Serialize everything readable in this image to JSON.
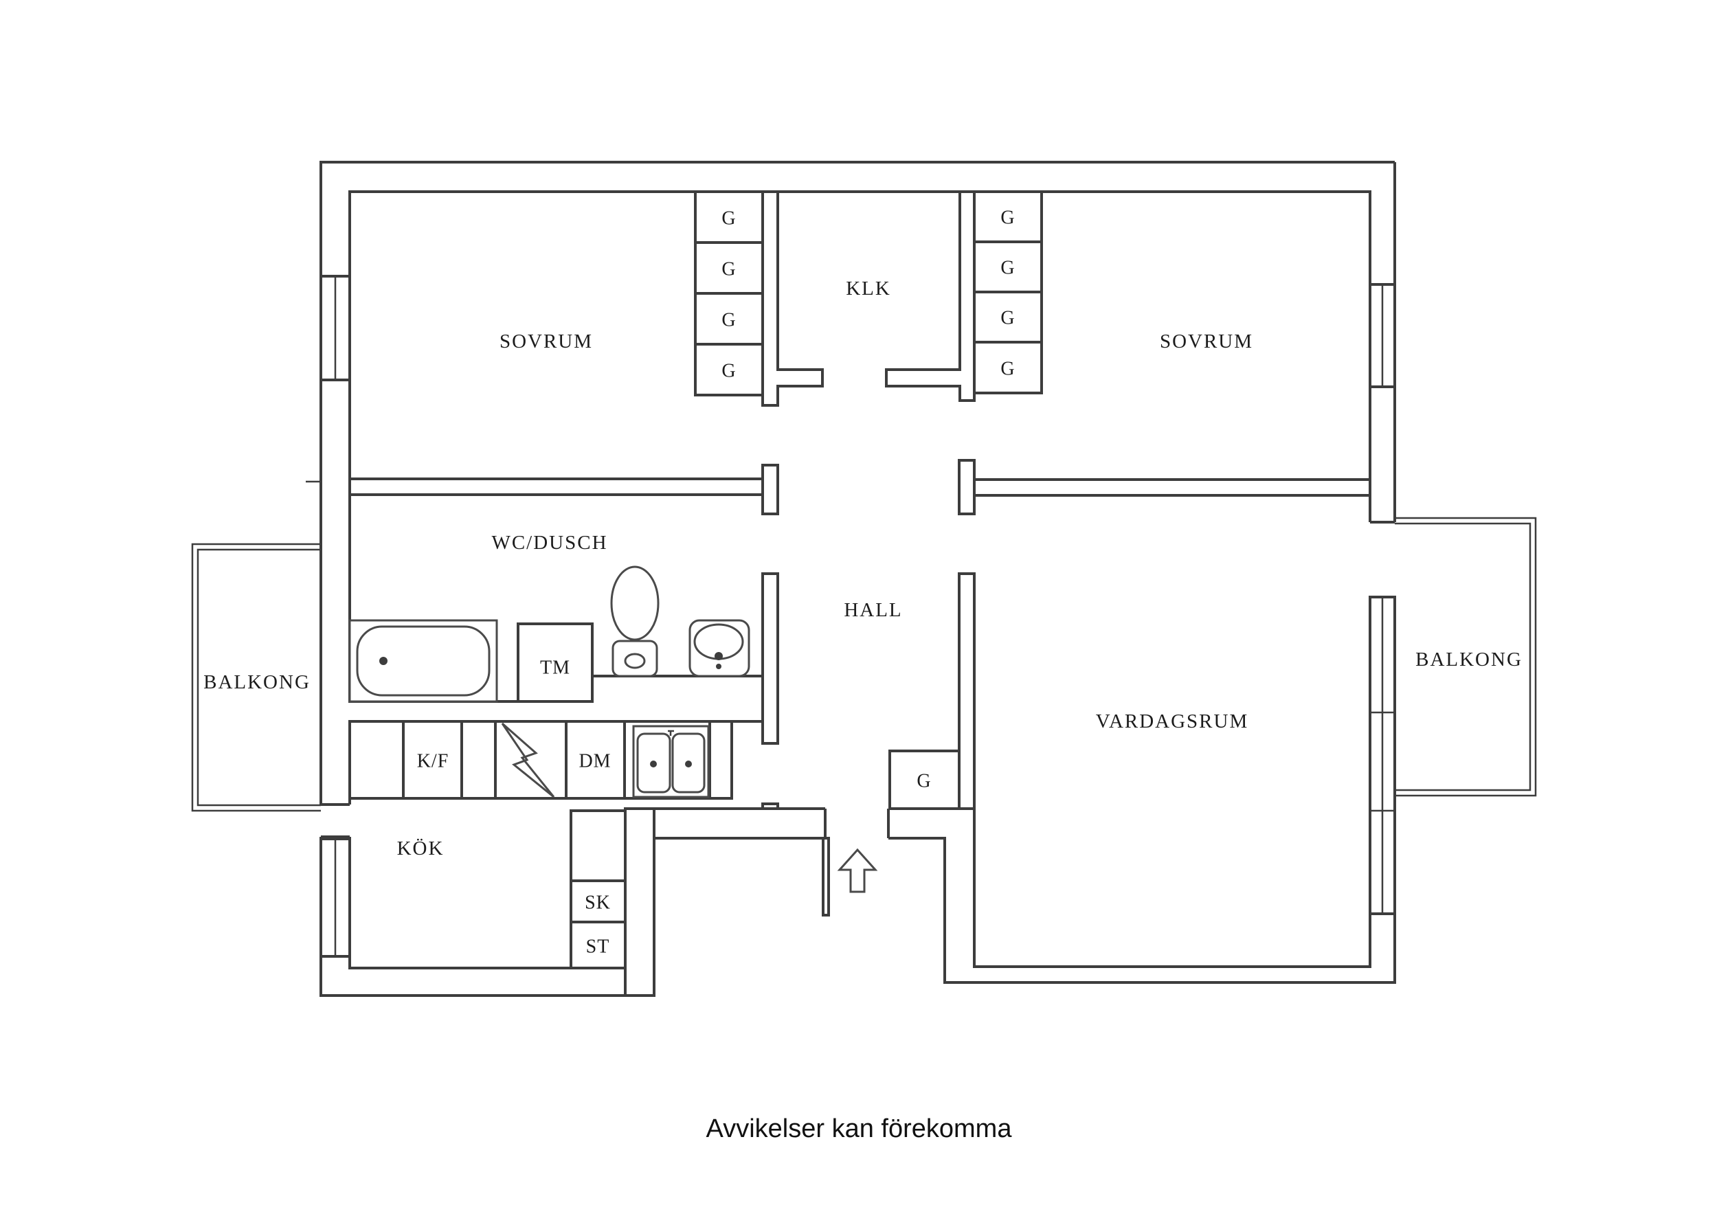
{
  "labels": {
    "sovrum": "SOVRUM",
    "klk": "KLK",
    "wc_dusch": "WC/DUSCH",
    "hall": "HALL",
    "balkong": "BALKONG",
    "vardagsrum": "VARDAGSRUM",
    "kok": "KÖK",
    "g": "G",
    "tm": "TM",
    "kf": "K/F",
    "dm": "DM",
    "sk": "SK",
    "st": "ST"
  },
  "footer": {
    "disclaimer": "Avvikelser kan förekomma"
  },
  "icons": {
    "bathtub": "bathtub-icon",
    "toilet": "toilet-icon",
    "washbasin": "washbasin-icon",
    "kitchen_sink": "kitchen-sink-icon",
    "stove_bolt": "lightning-bolt-icon",
    "entrance_arrow": "entrance-arrow-icon"
  },
  "colors": {
    "wall_line": "#3d3d3d",
    "background": "#ffffff",
    "text": "#1c1c1c"
  }
}
